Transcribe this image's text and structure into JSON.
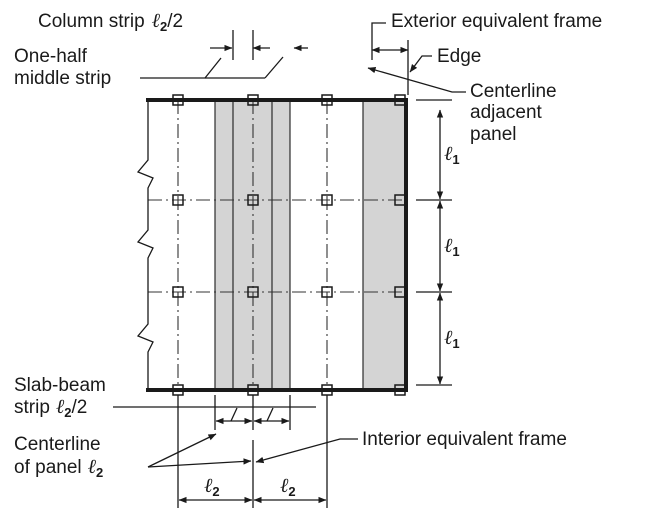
{
  "labels": {
    "column_strip": "Column strip",
    "column_strip_fraction": "/2",
    "exterior_frame": "Exterior equivalent frame",
    "one_half": "One-half",
    "middle_strip": "middle strip",
    "edge": "Edge",
    "centerline": "Centerline",
    "adjacent": "adjacent",
    "panel": "panel",
    "slab_beam": "Slab-beam",
    "strip": "strip",
    "strip_fraction": "/2",
    "centerline_bottom": "Centerline",
    "of_panel": "of panel",
    "interior_frame": "Interior equivalent frame"
  },
  "symbols": {
    "ell": "ℓ",
    "sub1": "1",
    "sub2": "2"
  },
  "colors": {
    "shaded_strip": "#d4d4d4",
    "line": "#1a1a1a"
  }
}
